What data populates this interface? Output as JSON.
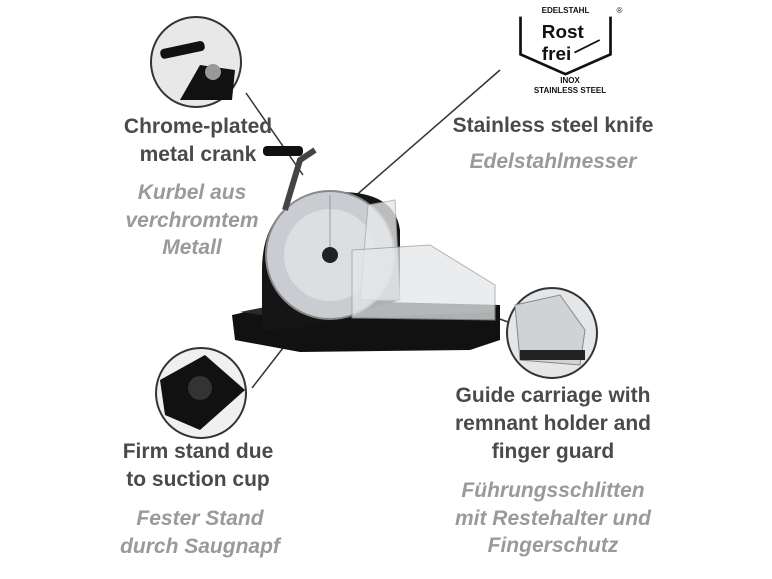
{
  "logo": {
    "top": "EDELSTAHL",
    "line1": "Rost",
    "line2": "frei",
    "sub1": "INOX",
    "sub2": "STAINLESS STEEL",
    "mark": "®"
  },
  "features": [
    {
      "title": [
        "Chrome-plated",
        "metal crank"
      ],
      "german": [
        "Kurbel aus",
        "verchromtem",
        "Metall"
      ]
    },
    {
      "title": [
        "Stainless steel knife"
      ],
      "german": [
        "Edelstahlmesser"
      ]
    },
    {
      "title": [
        "Firm stand due",
        "to suction cup"
      ],
      "german": [
        "Fester Stand",
        "durch Saugnapf"
      ]
    },
    {
      "title": [
        "Guide carriage with",
        "remnant holder and",
        "finger guard"
      ],
      "german": [
        "Führungsschlitten",
        "mit Restehalter und",
        "Fingerschutz"
      ]
    }
  ]
}
